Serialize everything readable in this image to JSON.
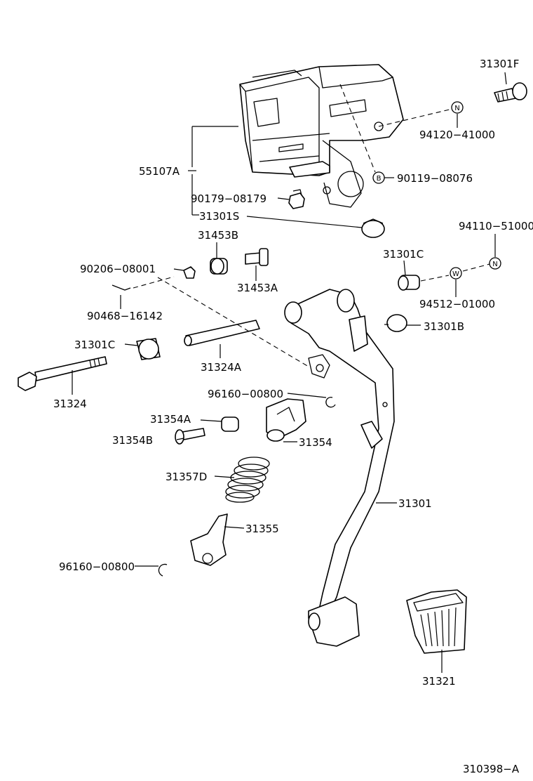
{
  "labels": {
    "p31301F": "31301F",
    "p94120": "94120−41000",
    "p90119": "90119−08076",
    "p55107A": "55107A",
    "p90179": "90179−08179",
    "p31301S": "31301S",
    "p31453B": "31453B",
    "p94110": "94110−51000",
    "p90206": "90206−08001",
    "p31453A": "31453A",
    "p31301C_r": "31301C",
    "p90468": "90468−16142",
    "p94512": "94512−01000",
    "p31301B": "31301B",
    "p31301C_l": "31301C",
    "p31324A": "31324A",
    "p31324": "31324",
    "p96160_u": "96160−00800",
    "p31354A": "31354A",
    "p31354B": "31354B",
    "p31354": "31354",
    "p31357D": "31357D",
    "p31301": "31301",
    "p31355": "31355",
    "p96160_l": "96160−00800",
    "p31321": "31321"
  },
  "symbols": {
    "n1": "N",
    "n2": "N",
    "b": "B",
    "w": "W"
  },
  "figure_id": "310398−A"
}
